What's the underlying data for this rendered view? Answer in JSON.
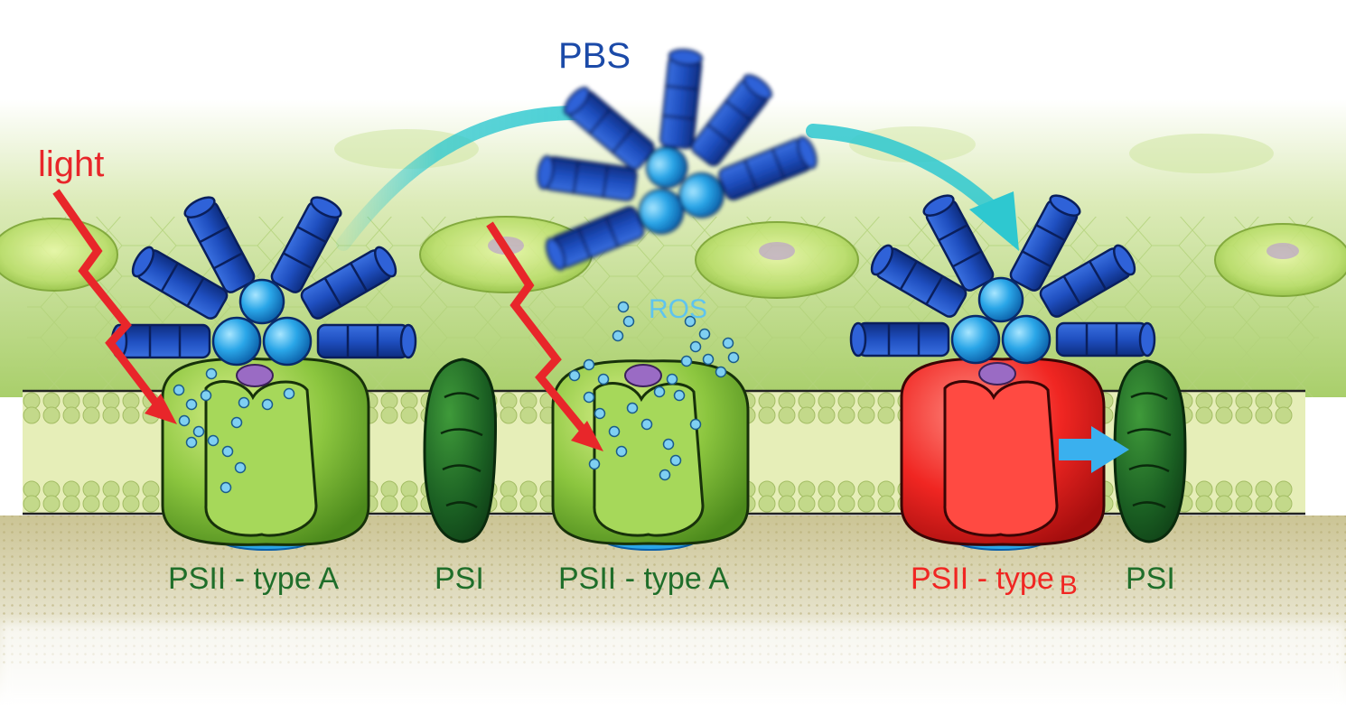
{
  "labels": {
    "light": "light",
    "pbs": "PBS",
    "ros": "ROS",
    "psii_a_1_main": "PSII - type ",
    "psii_a_1_suffix": "A",
    "psi_1": "PSI",
    "psii_a_2_main": "PSII - type ",
    "psii_a_2_suffix": "A",
    "psii_b_main": "PSII - type",
    "psii_b_suffix": "B",
    "psi_2": "PSI"
  },
  "colors": {
    "light_arrow": "#e8262a",
    "pbs_rod": "#1f4fc0",
    "pbs_core": "#2aa6e8",
    "psii_type_a": "#8cc63f",
    "psii_type_b": "#f02622",
    "psi": "#1a5e22",
    "ros_bubble": "#7fd0f2",
    "transfer_arrow": "#2ec8d0",
    "energy_arrow": "#3ab0ee",
    "membrane": "#dde8a8",
    "stroma_bg": "#c8df9a",
    "lumen_bg": "#d8d2ad",
    "label_green": "#1f6e2a",
    "label_red": "#f02622",
    "label_blue": "#1b4aa8",
    "label_ros": "#5fc4ee"
  }
}
